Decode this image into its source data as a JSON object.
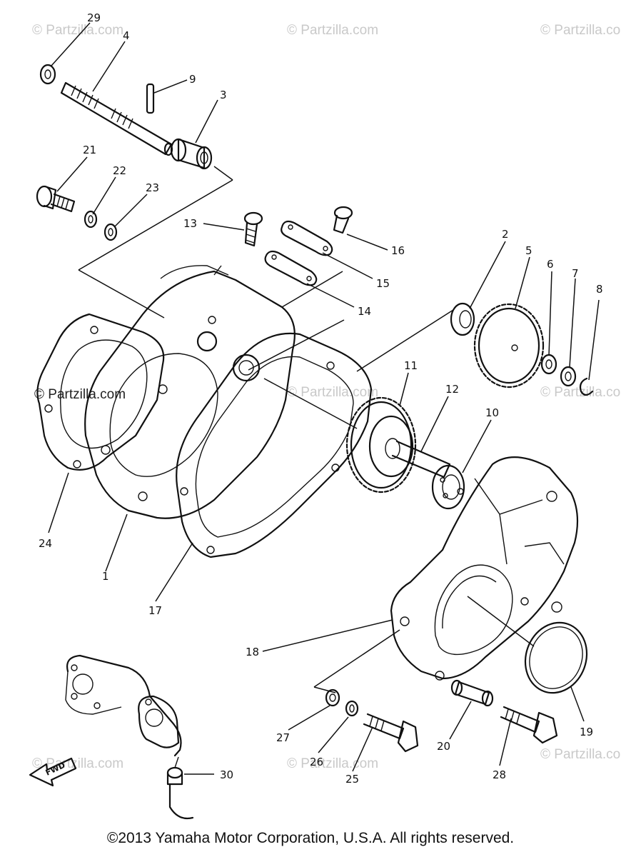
{
  "watermarks": [
    "© Partzilla.com",
    "© Partzilla.com",
    "© Partzilla.com",
    "© Partzilla.com",
    "© Partzilla.com",
    "© Partzilla.com",
    "© Partzilla.com",
    "© Partzilla.com",
    "© Partzilla.com"
  ],
  "callouts": [
    "29",
    "4",
    "9",
    "3",
    "21",
    "22",
    "23",
    "13",
    "16",
    "15",
    "14",
    "2",
    "5",
    "6",
    "7",
    "8",
    "11",
    "12",
    "10",
    "24",
    "1",
    "17",
    "18",
    "19",
    "20",
    "27",
    "26",
    "25",
    "28",
    "30"
  ],
  "fwd_label": "FWD",
  "copyright": "©2013 Yamaha Motor Corporation, U.S.A. All rights reserved."
}
